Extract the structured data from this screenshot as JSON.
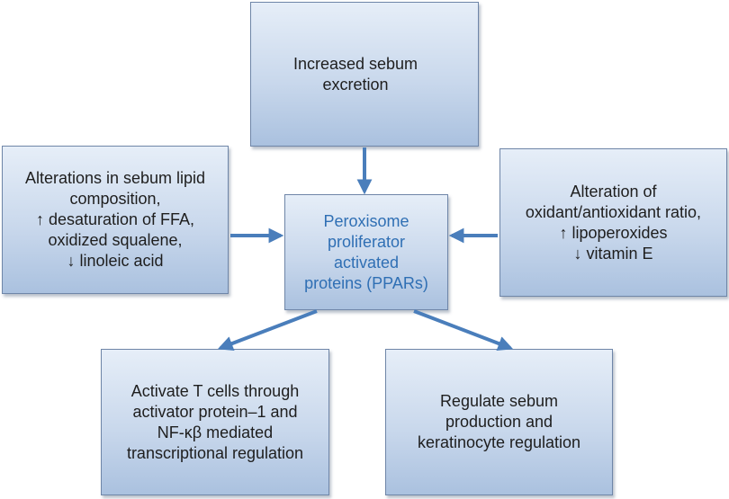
{
  "diagram": {
    "top": {
      "text": "Increased sebum\nexcretion"
    },
    "left": {
      "text": "Alterations in sebum lipid\ncomposition,\n↑ desaturation of FFA,\noxidized  squalene,\n↓ linoleic acid"
    },
    "center": {
      "text": "Peroxisome\nproliferator\nactivated\nproteins (PPARs)"
    },
    "right": {
      "text": "Alteration of\noxidant/antioxidant ratio,\n↑ lipoperoxides\n↓ vitamin E"
    },
    "bottom_left": {
      "text": "Activate T cells through\nactivator protein–1 and\nNF-κβ mediated\ntranscriptional regulation"
    },
    "bottom_right": {
      "text": "Regulate sebum\nproduction and\nkeratinocyte regulation"
    },
    "colors": {
      "arrow": "#4a7ebb",
      "center_text": "#2f6fb4",
      "box_border": "#6f86a8"
    }
  }
}
